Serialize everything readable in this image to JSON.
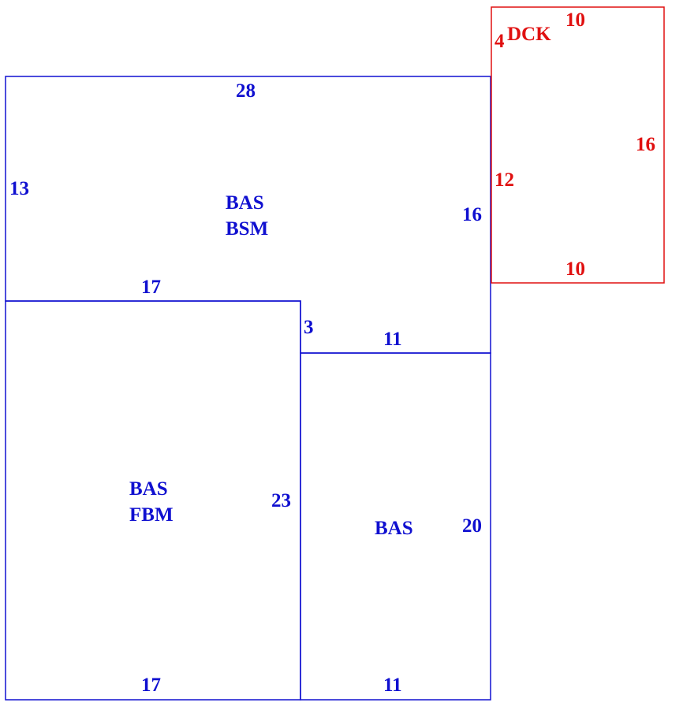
{
  "colors": {
    "main_outline": "#1010d0",
    "deck_outline": "#e01010"
  },
  "sections": {
    "bsm": {
      "line1": "BAS",
      "line2": "BSM",
      "dims": {
        "top": "28",
        "left": "13",
        "right": "16",
        "bottom": "17",
        "step": "3",
        "step_run": "11"
      }
    },
    "fbm": {
      "line1": "BAS",
      "line2": "FBM",
      "dims": {
        "bottom": "17",
        "right": "23"
      }
    },
    "bas": {
      "line1": "BAS",
      "dims": {
        "right": "20",
        "bottom": "11"
      }
    },
    "deck": {
      "line1": "DCK",
      "dims": {
        "offset": "4",
        "top": "10",
        "right": "16",
        "left": "12",
        "bottom": "10"
      }
    }
  }
}
